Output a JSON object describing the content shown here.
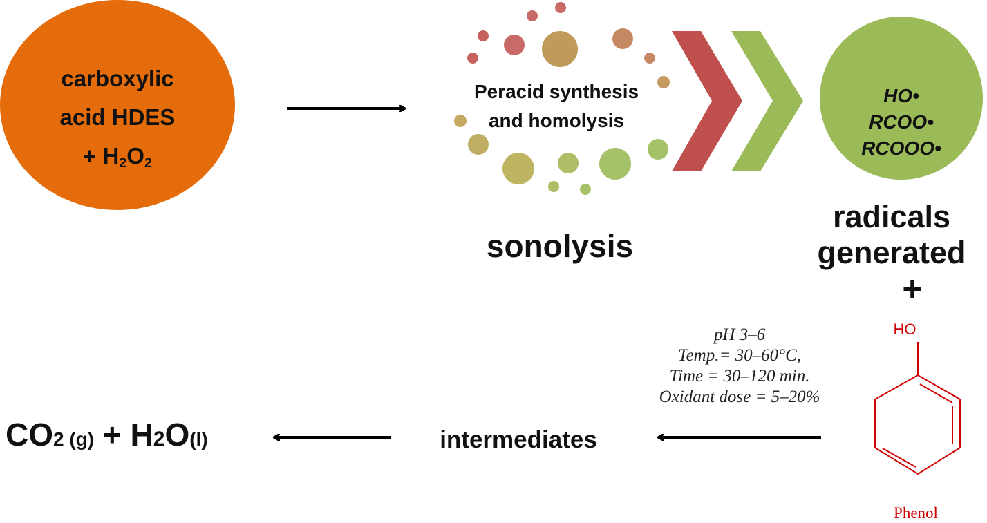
{
  "reactant": {
    "line1": "carboxylic",
    "line2": "acid HDES",
    "plus_h": "+ H",
    "sub1": "2",
    "o": "O",
    "sub2": "2",
    "color": "#e46c0a"
  },
  "sonolysis": {
    "center_line1": "Peracid synthesis",
    "center_line2": "and homolysis",
    "label": "sonolysis"
  },
  "radicals": {
    "items": [
      "HO•",
      "RCOO•",
      "RCOOO•"
    ],
    "label_line1": "radicals",
    "label_line2": "generated",
    "plus": "+",
    "color": "#9bbb59"
  },
  "chevrons": {
    "first_color": "#c0504d",
    "second_color": "#9bbb59"
  },
  "conditions": {
    "lines": [
      "pH 3–6",
      "Temp.= 30–60°C,",
      "Time = 30–120 min.",
      "Oxidant dose = 5–20%"
    ]
  },
  "phenol": {
    "substituent": "HO",
    "name": "Phenol",
    "color": "#d00000"
  },
  "intermediates": {
    "label": "intermediates"
  },
  "products": {
    "co": "CO",
    "co_sub": "2 (g)",
    "plus_h": " + H",
    "h_sub": "2",
    "o": "O",
    "o_sub": "(l)"
  }
}
